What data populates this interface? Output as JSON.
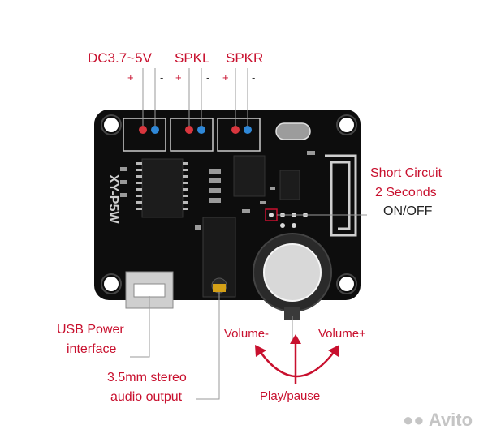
{
  "labels": {
    "dc": "DC3.7~5V",
    "spkl": "SPKL",
    "spkr": "SPKR",
    "plus": "+",
    "minus": "-",
    "short_circuit_line1": "Short Circuit",
    "short_circuit_line2": "2 Seconds",
    "short_circuit_line3": "ON/OFF",
    "usb_line1": "USB Power",
    "usb_line2": "interface",
    "audio_line1": "3.5mm stereo",
    "audio_line2": "audio output",
    "volume_minus": "Volume-",
    "volume_plus": "Volume+",
    "play_pause": "Play/pause"
  },
  "board": {
    "silkscreen": "XY-P5W"
  },
  "watermark": {
    "text": "Avito"
  },
  "colors": {
    "accent": "#c8102e",
    "pcb": "#0d0d0d",
    "pin_red": "#d9363e",
    "pin_blue": "#2f88d8",
    "wire": "#9a9a9a"
  }
}
